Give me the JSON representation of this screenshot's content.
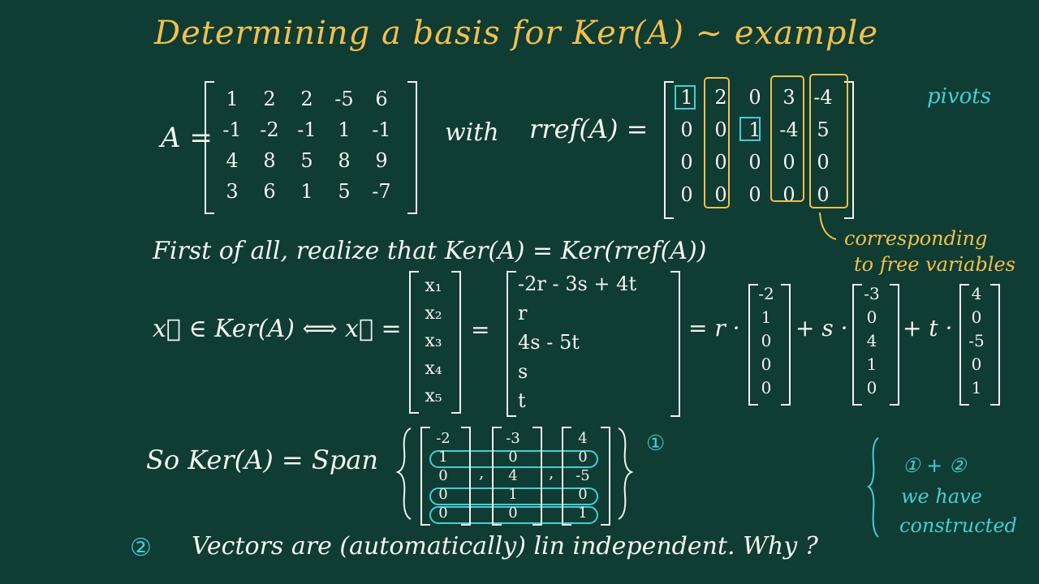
{
  "title": "Determining a basis for Ker(A) ~ example",
  "matrix_A": {
    "label": "A =",
    "rows": [
      [
        "1",
        "2",
        "2",
        "-5",
        "6"
      ],
      [
        "-1",
        "-2",
        "-1",
        "1",
        "-1"
      ],
      [
        "4",
        "8",
        "5",
        "8",
        "9"
      ],
      [
        "3",
        "6",
        "1",
        "5",
        "-7"
      ]
    ]
  },
  "with_text": "with",
  "rref_label": "rref(A) =",
  "rref": {
    "rows": [
      [
        "1",
        "2",
        "0",
        "3",
        "-4"
      ],
      [
        "0",
        "0",
        "1",
        "-4",
        "5"
      ],
      [
        "0",
        "0",
        "0",
        "0",
        "0"
      ],
      [
        "0",
        "0",
        "0",
        "0",
        "0"
      ]
    ]
  },
  "notes": {
    "pivots": "pivots",
    "corresponding_1": "corresponding",
    "corresponding_2": "to free variables",
    "construct_1": "① + ②",
    "construct_2": "we have",
    "construct_3": "constructed"
  },
  "colors": {
    "background": "#0f3c33",
    "chalk": "#f4f4f0",
    "yellow": "#f2c04d",
    "cyan": "#3fd0d6"
  },
  "line_first": "First of all, realize that Ker(A) = Ker(rref(A))",
  "line_x": {
    "lhs": "x⃗ ∈ Ker(A) ⟺ x⃗ =",
    "x_vector": [
      "x₁",
      "x₂",
      "x₃",
      "x₄",
      "x₅"
    ],
    "eq": "=",
    "param_vector": [
      "-2r - 3s + 4t",
      "r",
      "4s - 5t",
      "s",
      "t"
    ],
    "eq2": "= r ·",
    "v1": [
      "-2",
      "1",
      "0",
      "0",
      "0"
    ],
    "plus_s": "+ s ·",
    "v2": [
      "-3",
      "0",
      "4",
      "1",
      "0"
    ],
    "plus_t": "+ t ·",
    "v3": [
      "4",
      "0",
      "-5",
      "0",
      "1"
    ]
  },
  "line_so": {
    "text": "So Ker(A) = Span",
    "marker": "①",
    "v1": [
      "-2",
      "1",
      "0",
      "0",
      "0"
    ],
    "v2": [
      "-3",
      "0",
      "4",
      "1",
      "0"
    ],
    "v3": [
      "4",
      "0",
      "-5",
      "0",
      "1"
    ]
  },
  "line_two": {
    "marker": "②",
    "text": "Vectors are (automatically) lin independent. Why ?"
  }
}
